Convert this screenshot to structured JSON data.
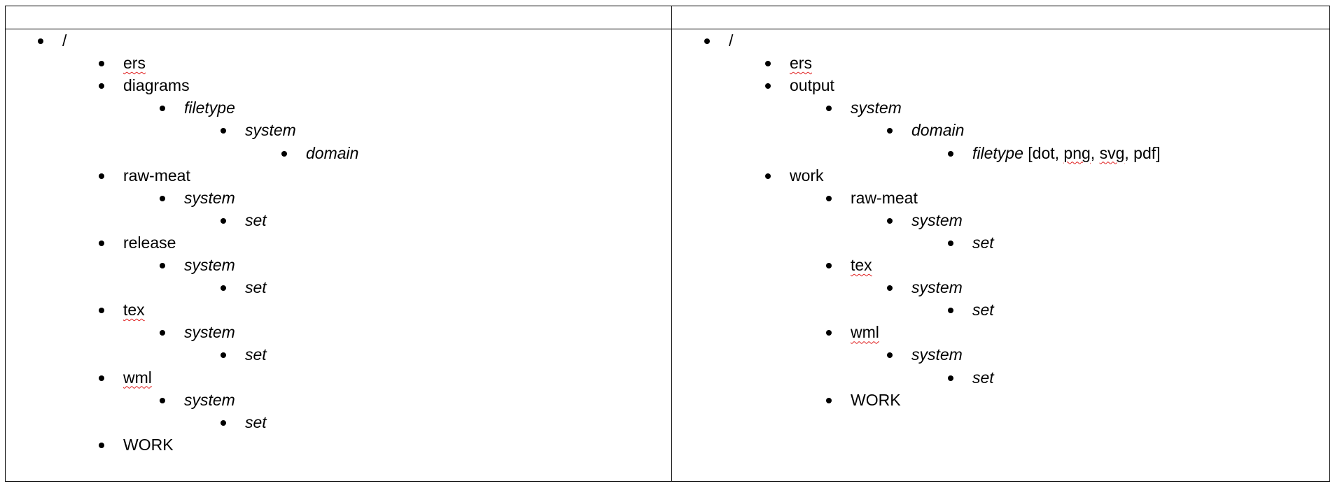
{
  "left_tree": [
    {
      "level": 0,
      "label": "/",
      "italic": false,
      "squiggle": false
    },
    {
      "level": 1,
      "label": "ers",
      "italic": false,
      "squiggle": true
    },
    {
      "level": 1,
      "label": "diagrams",
      "italic": false,
      "squiggle": false
    },
    {
      "level": 2,
      "label": "filetype",
      "italic": true,
      "squiggle": false
    },
    {
      "level": 3,
      "label": "system",
      "italic": true,
      "squiggle": false
    },
    {
      "level": 4,
      "label": "domain",
      "italic": true,
      "squiggle": false
    },
    {
      "level": 1,
      "label": "raw-meat",
      "italic": false,
      "squiggle": false
    },
    {
      "level": 2,
      "label": "system",
      "italic": true,
      "squiggle": false
    },
    {
      "level": 3,
      "label": "set",
      "italic": true,
      "squiggle": false
    },
    {
      "level": 1,
      "label": "release",
      "italic": false,
      "squiggle": false
    },
    {
      "level": 2,
      "label": "system",
      "italic": true,
      "squiggle": false
    },
    {
      "level": 3,
      "label": "set",
      "italic": true,
      "squiggle": false
    },
    {
      "level": 1,
      "label": "tex",
      "italic": false,
      "squiggle": true
    },
    {
      "level": 2,
      "label": "system",
      "italic": true,
      "squiggle": false
    },
    {
      "level": 3,
      "label": "set",
      "italic": true,
      "squiggle": false
    },
    {
      "level": 1,
      "label": "wml",
      "italic": false,
      "squiggle": true
    },
    {
      "level": 2,
      "label": "system",
      "italic": true,
      "squiggle": false
    },
    {
      "level": 3,
      "label": "set",
      "italic": true,
      "squiggle": false
    },
    {
      "level": 1,
      "label": "WORK",
      "italic": false,
      "squiggle": false
    }
  ],
  "right_tree": [
    {
      "level": 0,
      "label": "/",
      "italic": false,
      "squiggle": false
    },
    {
      "level": 1,
      "label": "ers",
      "italic": false,
      "squiggle": true
    },
    {
      "level": 1,
      "label": "output",
      "italic": false,
      "squiggle": false
    },
    {
      "level": 2,
      "label": "system",
      "italic": true,
      "squiggle": false
    },
    {
      "level": 3,
      "label": "domain",
      "italic": true,
      "squiggle": false
    },
    {
      "level": 4,
      "label": "filetype",
      "italic": true,
      "squiggle": false,
      "suffix_parts": [
        " [dot, ",
        "png",
        ", ",
        "svg",
        ", pdf]"
      ],
      "suffix_squiggle": [
        false,
        true,
        false,
        true,
        false
      ]
    },
    {
      "level": 1,
      "label": " work",
      "italic": false,
      "squiggle": false
    },
    {
      "level": 2,
      "label": "raw-meat",
      "italic": false,
      "squiggle": false
    },
    {
      "level": 3,
      "label": "system",
      "italic": true,
      "squiggle": false
    },
    {
      "level": 4,
      "label": "set",
      "italic": true,
      "squiggle": false
    },
    {
      "level": 2,
      "label": "tex",
      "italic": false,
      "squiggle": true
    },
    {
      "level": 3,
      "label": "system",
      "italic": true,
      "squiggle": false
    },
    {
      "level": 4,
      "label": "set",
      "italic": true,
      "squiggle": false
    },
    {
      "level": 2,
      "label": "wml",
      "italic": false,
      "squiggle": true
    },
    {
      "level": 3,
      "label": "system",
      "italic": true,
      "squiggle": false
    },
    {
      "level": 4,
      "label": "set",
      "italic": true,
      "squiggle": false
    },
    {
      "level": 2,
      "label": "WORK",
      "italic": false,
      "squiggle": false
    }
  ]
}
